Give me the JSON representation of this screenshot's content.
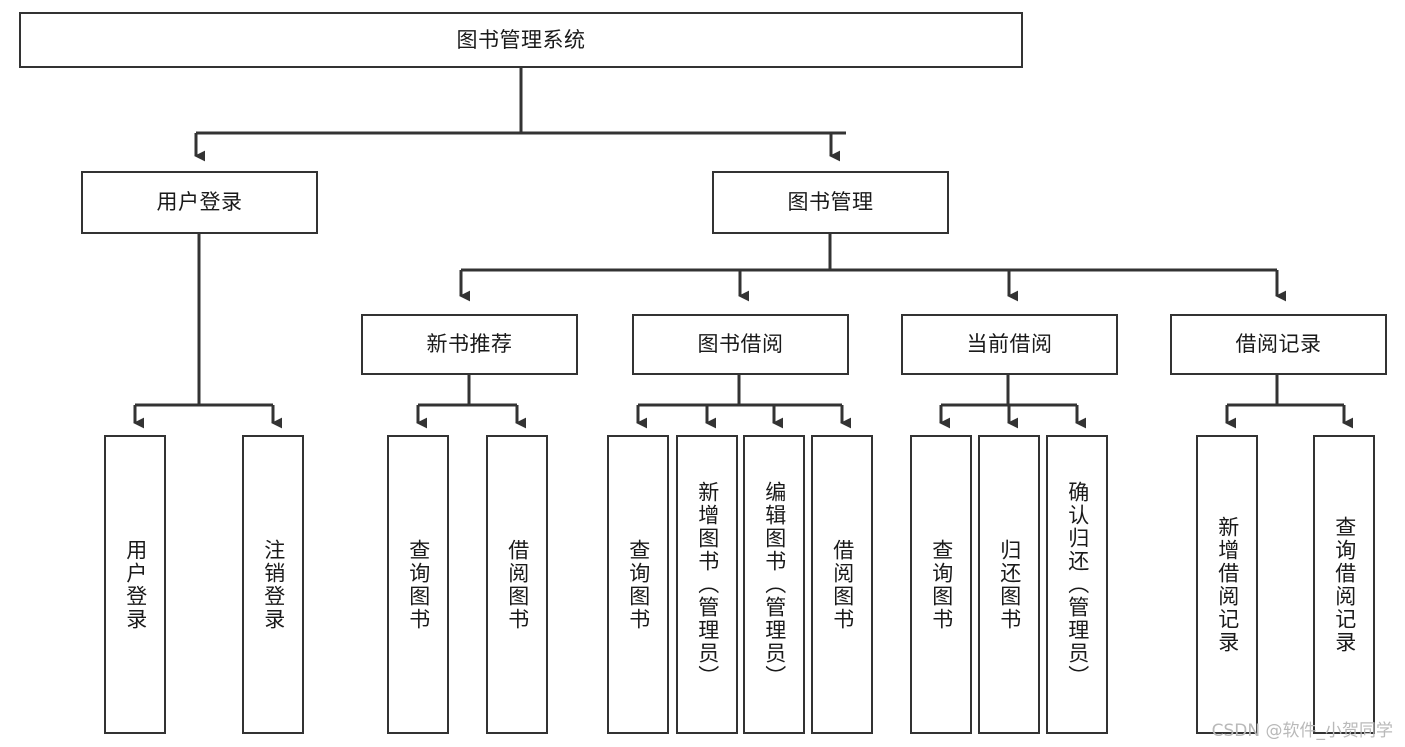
{
  "diagram": {
    "type": "tree",
    "title": "图书管理系统",
    "watermark": "CSDN @软件_小贺同学",
    "colors": {
      "box_border": "#333333",
      "box_fill": "#ffffff",
      "edge": "#333333",
      "text": "#1a1a1a",
      "watermark": "#b9b9b9"
    },
    "nodes": {
      "root": {
        "label": "图书管理系统"
      },
      "level2": [
        {
          "id": "user_login",
          "label": "用户登录"
        },
        {
          "id": "book_mgmt",
          "label": "图书管理"
        }
      ],
      "level3": [
        {
          "id": "new_book_rec",
          "label": "新书推荐",
          "parent": "book_mgmt"
        },
        {
          "id": "book_borrow",
          "label": "图书借阅",
          "parent": "book_mgmt"
        },
        {
          "id": "current_borrow",
          "label": "当前借阅",
          "parent": "book_mgmt"
        },
        {
          "id": "borrow_record",
          "label": "借阅记录",
          "parent": "book_mgmt"
        }
      ],
      "leaves": [
        {
          "id": "leaf_user_login",
          "label": "用户登录",
          "parent": "user_login"
        },
        {
          "id": "leaf_user_logout",
          "label": "注销登录",
          "parent": "user_login"
        },
        {
          "id": "leaf_query_book_1",
          "label": "查询图书",
          "parent": "new_book_rec"
        },
        {
          "id": "leaf_borrow_book_1",
          "label": "借阅图书",
          "parent": "new_book_rec"
        },
        {
          "id": "leaf_query_book_2",
          "label": "查询图书",
          "parent": "book_borrow"
        },
        {
          "id": "leaf_add_book",
          "label": "新增图书（管理员）",
          "parent": "book_borrow"
        },
        {
          "id": "leaf_edit_book",
          "label": "编辑图书（管理员）",
          "parent": "book_borrow"
        },
        {
          "id": "leaf_borrow_book_2",
          "label": "借阅图书",
          "parent": "book_borrow"
        },
        {
          "id": "leaf_query_book_3",
          "label": "查询图书",
          "parent": "current_borrow"
        },
        {
          "id": "leaf_return_book",
          "label": "归还图书",
          "parent": "current_borrow"
        },
        {
          "id": "leaf_confirm_return",
          "label": "确认归还（管理员）",
          "parent": "current_borrow"
        },
        {
          "id": "leaf_add_record",
          "label": "新增借阅记录",
          "parent": "borrow_record"
        },
        {
          "id": "leaf_query_record",
          "label": "查询借阅记录",
          "parent": "borrow_record"
        }
      ]
    }
  }
}
